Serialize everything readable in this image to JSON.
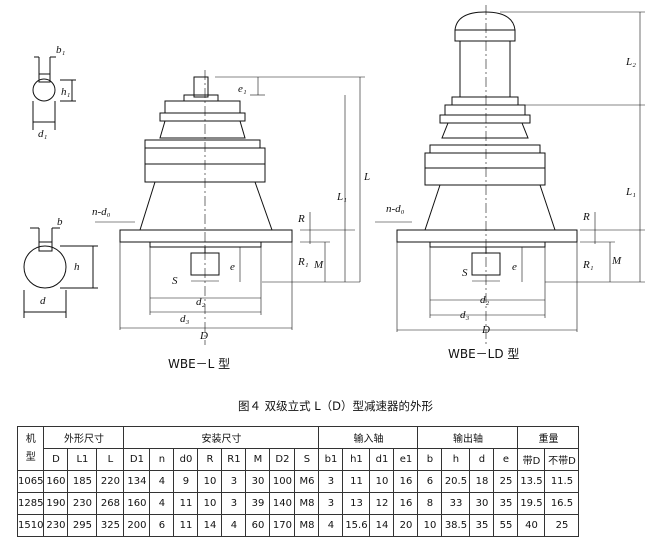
{
  "diagram_left": {
    "model": "WBE－L 型",
    "labels": {
      "b1": "b₁",
      "h1": "h₁",
      "d1": "d₁",
      "b": "b",
      "h": "h",
      "d": "d",
      "nd0": "n-d₀",
      "e1": "e₁",
      "L": "L",
      "L1": "L₁",
      "R": "R",
      "R1": "R₁",
      "M": "M",
      "e": "e",
      "S": "S",
      "d2": "d₂",
      "d3": "d₃",
      "D": "D"
    }
  },
  "diagram_right": {
    "model": "WBE－LD 型",
    "labels": {
      "L2": "L₂",
      "L1": "L₁",
      "nd0": "n-d₀",
      "R": "R",
      "R1": "R₁",
      "M": "M",
      "e": "e",
      "S": "S",
      "d2": "d₂",
      "d3": "d₃",
      "D": "D"
    }
  },
  "caption": "图４ 双级立式 L（D）型减速器的外形",
  "table": {
    "group_headers": [
      "机型",
      "外形尺寸",
      "安装尺寸",
      "输入轴",
      "输出轴",
      "重量"
    ],
    "sub_headers": [
      "D",
      "L1",
      "L",
      "D1",
      "n",
      "d0",
      "R",
      "R1",
      "M",
      "D2",
      "S",
      "b1",
      "h1",
      "d1",
      "e1",
      "b",
      "h",
      "d",
      "e",
      "带D",
      "不带D"
    ],
    "rows": [
      [
        "1065",
        "160",
        "185",
        "220",
        "134",
        "4",
        "9",
        "10",
        "3",
        "30",
        "100",
        "M6",
        "3",
        "11",
        "10",
        "16",
        "6",
        "20.5",
        "18",
        "25",
        "13.5",
        "11.5"
      ],
      [
        "1285",
        "190",
        "230",
        "268",
        "160",
        "4",
        "11",
        "10",
        "3",
        "39",
        "140",
        "M8",
        "3",
        "13",
        "12",
        "16",
        "8",
        "33",
        "30",
        "35",
        "19.5",
        "16.5"
      ],
      [
        "1510",
        "230",
        "295",
        "325",
        "200",
        "6",
        "11",
        "14",
        "4",
        "60",
        "170",
        "M8",
        "4",
        "15.6",
        "14",
        "20",
        "10",
        "38.5",
        "35",
        "55",
        "40",
        "25"
      ]
    ]
  }
}
